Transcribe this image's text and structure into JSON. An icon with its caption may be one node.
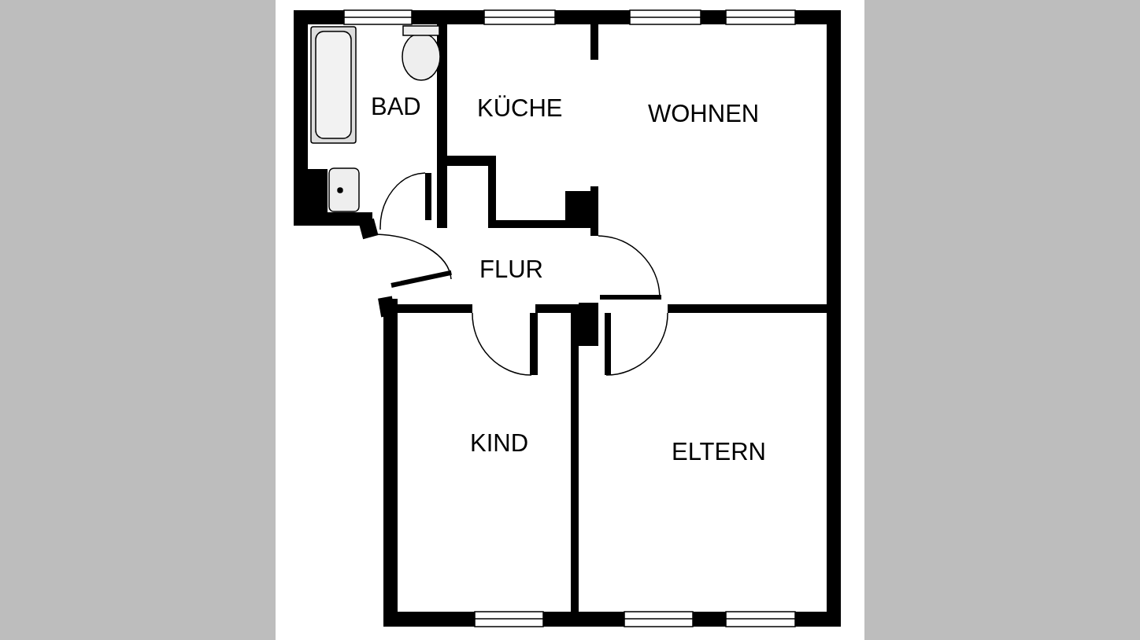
{
  "diagram": {
    "labels": [
      "BAD",
      "KÜCHE",
      "WOHNEN",
      "FLUR",
      "KIND",
      "ELTERN"
    ]
  }
}
